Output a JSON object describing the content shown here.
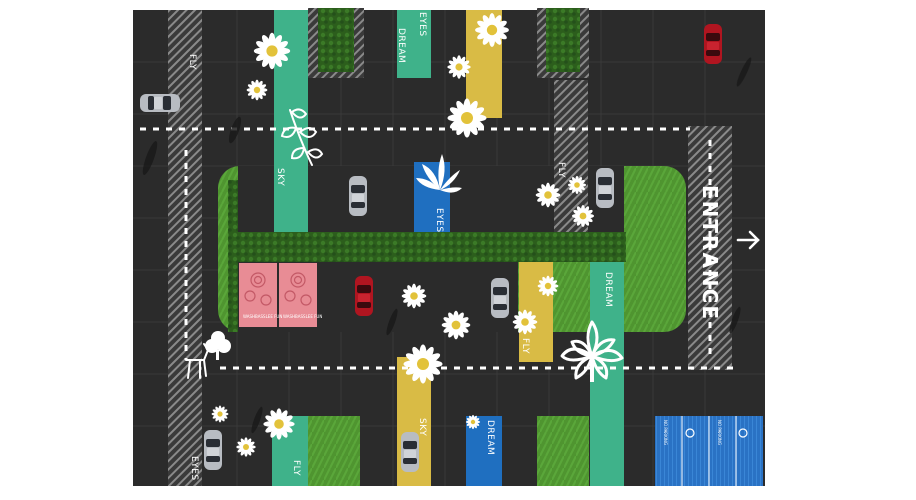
{
  "labels": {
    "fly": "FLY",
    "dream": "DREAM",
    "eyes": "EYES",
    "sky": "SKY",
    "entrance": "ENTRANCE",
    "no_parking": "NO PARKING",
    "pink_text": "WASHBASSLEE FUN"
  },
  "icons": [
    "daisy-icon",
    "leaf-sprig-icon",
    "lotus-icon",
    "tree-icon",
    "deer-icon",
    "arrow-right-icon",
    "wheelchair-icon"
  ],
  "colors": {
    "asphalt": "#2b2b2b",
    "green_strip": "#3fb28a",
    "blue_strip": "#1f6fc0",
    "yellow_strip": "#d9bb45",
    "pink_box": "#e88c95",
    "grass": "#4a8d2c",
    "hedge": "#2f6f1f",
    "red_car": "#b01520",
    "silver_car": "#b8bcc2",
    "disabled_bay": "#2a72c4"
  }
}
